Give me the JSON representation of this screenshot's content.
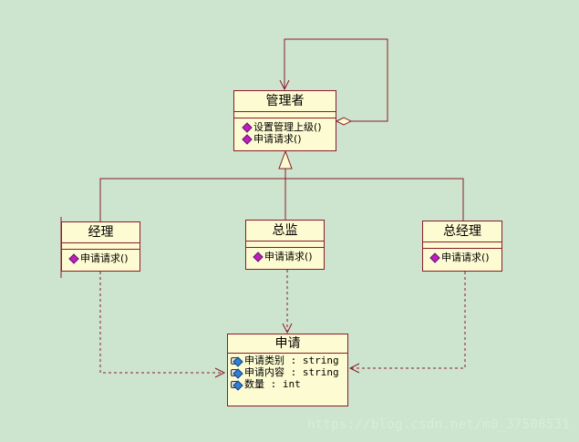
{
  "diagram": {
    "manager": {
      "name": "管理者",
      "operations": [
        "设置管理上级()",
        "申请请求()"
      ]
    },
    "jingli": {
      "name": "经理",
      "operations": [
        "申请请求()"
      ]
    },
    "zongjian": {
      "name": "总监",
      "operations": [
        "申请请求()"
      ]
    },
    "zongjingli": {
      "name": "总经理",
      "operations": [
        "申请请求()"
      ]
    },
    "request": {
      "name": "申请",
      "attributes": [
        {
          "name": "申请类别",
          "sep": " : ",
          "type": "string"
        },
        {
          "name": "申请内容",
          "sep": " : ",
          "type": "string"
        },
        {
          "name": "数量",
          "sep": " : ",
          "type": "int"
        }
      ]
    }
  },
  "watermark": "https://blog.csdn.net/m0_37508531",
  "colors": {
    "background": "#cde5ce",
    "class_fill": "#fdfbd1",
    "line": "#8b1a2a",
    "operation_icon": "#c21dbd",
    "attribute_icon": "#2f7fd6"
  }
}
